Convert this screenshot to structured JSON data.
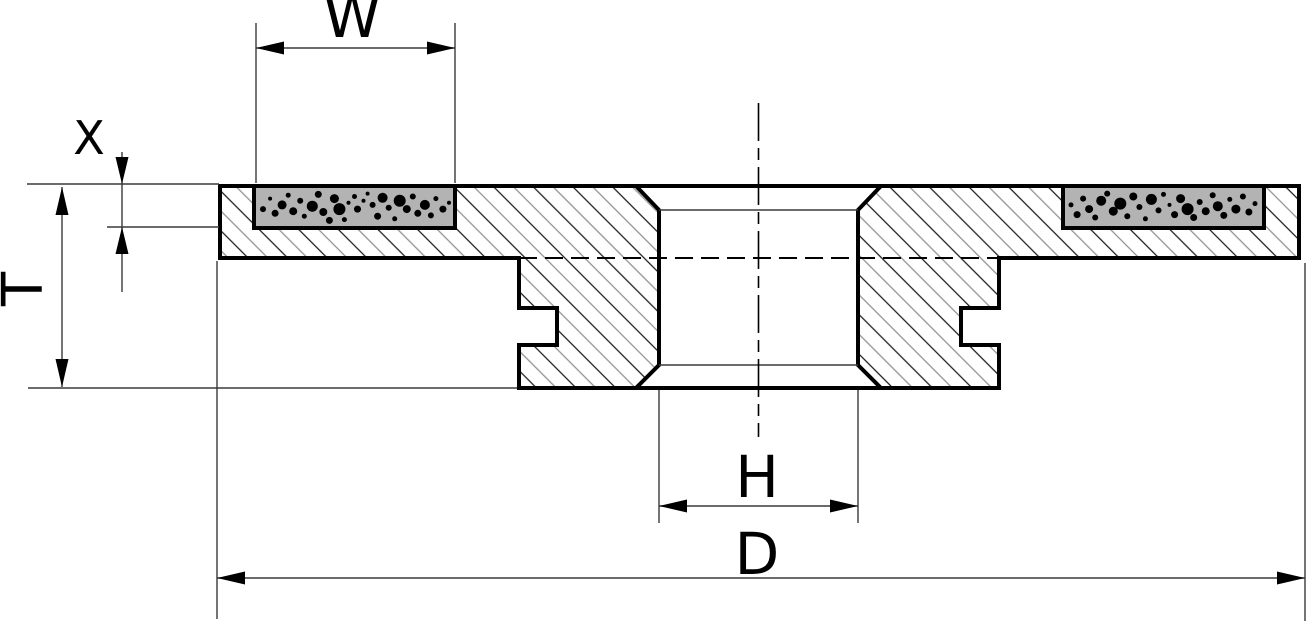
{
  "drawing": {
    "description": "Technical cross-section drawing of a cup grinding wheel with abrasive segments, center bore and drive notches"
  },
  "labels": {
    "w": "W",
    "x": "X",
    "t": "T",
    "h": "H",
    "d": "D"
  },
  "colors": {
    "line": "#000000",
    "thin_line": "#3a3a3a",
    "hatch_dark": "#1a1a1a",
    "hatch_light": "#8f8f8f",
    "abrasive_fill": "#b3b3b3",
    "dot": "#000000",
    "background": "#ffffff"
  },
  "abrasive": {
    "left_dots": [
      [
        0.045,
        0.55,
        3
      ],
      [
        0.08,
        0.3,
        2
      ],
      [
        0.105,
        0.65,
        3.5
      ],
      [
        0.14,
        0.45,
        4.5
      ],
      [
        0.17,
        0.22,
        2.5
      ],
      [
        0.195,
        0.6,
        4
      ],
      [
        0.23,
        0.35,
        3
      ],
      [
        0.25,
        0.72,
        2.5
      ],
      [
        0.29,
        0.48,
        5.5
      ],
      [
        0.32,
        0.2,
        3.5
      ],
      [
        0.345,
        0.62,
        4
      ],
      [
        0.375,
        0.82,
        3.5
      ],
      [
        0.4,
        0.3,
        4.5
      ],
      [
        0.425,
        0.55,
        6
      ],
      [
        0.45,
        0.8,
        2.5
      ],
      [
        0.47,
        0.4,
        2
      ],
      [
        0.5,
        0.25,
        2.5
      ],
      [
        0.515,
        0.55,
        3.5
      ],
      [
        0.545,
        0.35,
        2
      ],
      [
        0.565,
        0.18,
        2
      ],
      [
        0.59,
        0.45,
        3
      ],
      [
        0.615,
        0.72,
        3.5
      ],
      [
        0.64,
        0.28,
        5
      ],
      [
        0.67,
        0.52,
        3
      ],
      [
        0.7,
        0.78,
        2.5
      ],
      [
        0.725,
        0.35,
        6
      ],
      [
        0.76,
        0.55,
        4
      ],
      [
        0.79,
        0.25,
        3
      ],
      [
        0.815,
        0.65,
        3.5
      ],
      [
        0.85,
        0.45,
        5
      ],
      [
        0.88,
        0.7,
        3
      ],
      [
        0.905,
        0.3,
        2.5
      ],
      [
        0.94,
        0.55,
        3.5
      ],
      [
        0.97,
        0.4,
        2
      ]
    ],
    "right_dots": [
      [
        0.04,
        0.45,
        2.5
      ],
      [
        0.07,
        0.68,
        3.5
      ],
      [
        0.1,
        0.3,
        3
      ],
      [
        0.13,
        0.55,
        4
      ],
      [
        0.16,
        0.75,
        3
      ],
      [
        0.19,
        0.35,
        5
      ],
      [
        0.22,
        0.18,
        3
      ],
      [
        0.25,
        0.6,
        4.5
      ],
      [
        0.285,
        0.42,
        6
      ],
      [
        0.32,
        0.72,
        3
      ],
      [
        0.35,
        0.25,
        4
      ],
      [
        0.38,
        0.5,
        3
      ],
      [
        0.41,
        0.78,
        2.5
      ],
      [
        0.44,
        0.32,
        5.5
      ],
      [
        0.475,
        0.58,
        3
      ],
      [
        0.5,
        0.2,
        2.5
      ],
      [
        0.53,
        0.45,
        2
      ],
      [
        0.555,
        0.68,
        3.5
      ],
      [
        0.585,
        0.3,
        4.5
      ],
      [
        0.62,
        0.55,
        6
      ],
      [
        0.65,
        0.75,
        3.5
      ],
      [
        0.68,
        0.38,
        3
      ],
      [
        0.71,
        0.6,
        4
      ],
      [
        0.745,
        0.22,
        3
      ],
      [
        0.77,
        0.48,
        5
      ],
      [
        0.8,
        0.7,
        3.5
      ],
      [
        0.83,
        0.32,
        2.5
      ],
      [
        0.86,
        0.55,
        4.5
      ],
      [
        0.895,
        0.25,
        3
      ],
      [
        0.925,
        0.62,
        3.5
      ],
      [
        0.955,
        0.42,
        2.5
      ]
    ]
  }
}
